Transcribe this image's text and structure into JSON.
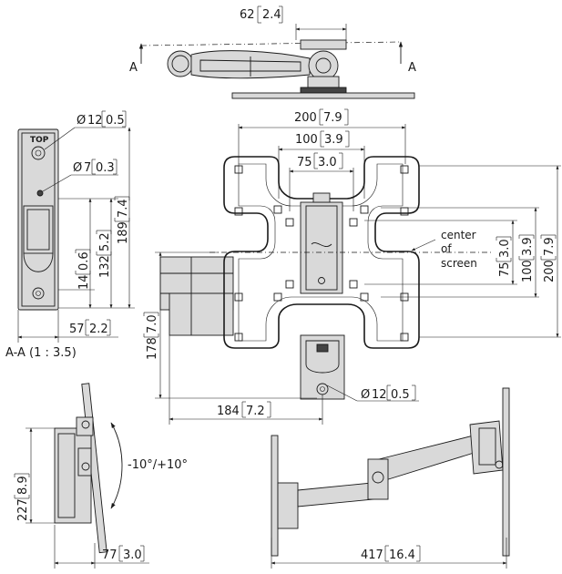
{
  "top_view": {
    "width_mm": "62",
    "width_in": "2.4",
    "section_left": "A",
    "section_right": "A"
  },
  "section_view": {
    "top_label": "TOP",
    "hole_large_mm": "12",
    "hole_large_in": "0.5",
    "hole_small_mm": "7",
    "hole_small_in": "0.3",
    "dim_14_mm": "14",
    "dim_14_in": "0.6",
    "dim_132_mm": "132",
    "dim_132_in": "5.2",
    "dim_189_mm": "189",
    "dim_189_in": "7.4",
    "depth_mm": "57",
    "depth_in": "2.2",
    "caption": "A-A (1 : 3.5)"
  },
  "front_view": {
    "vesa_200_mm": "200",
    "vesa_200_in": "7.9",
    "vesa_100_mm": "100",
    "vesa_100_in": "3.9",
    "vesa_75_mm": "75",
    "vesa_75_in": "3.0",
    "vert_75_mm": "75",
    "vert_75_in": "3.0",
    "vert_100_mm": "100",
    "vert_100_in": "3.9",
    "vert_200_mm": "200",
    "vert_200_in": "7.9",
    "height_178_mm": "178",
    "height_178_in": "7.0",
    "width_184_mm": "184",
    "width_184_in": "7.2",
    "hole_mm": "12",
    "hole_in": "0.5",
    "center_label_1": "center",
    "center_label_2": "of",
    "center_label_3": "screen"
  },
  "side_view": {
    "height_mm": "227",
    "height_in": "8.9",
    "depth_mm": "77",
    "depth_in": "3.0",
    "tilt": "-10°/+10°"
  },
  "extended_view": {
    "reach_mm": "417",
    "reach_in": "16.4"
  },
  "symbols": {
    "diameter": "Ø"
  }
}
